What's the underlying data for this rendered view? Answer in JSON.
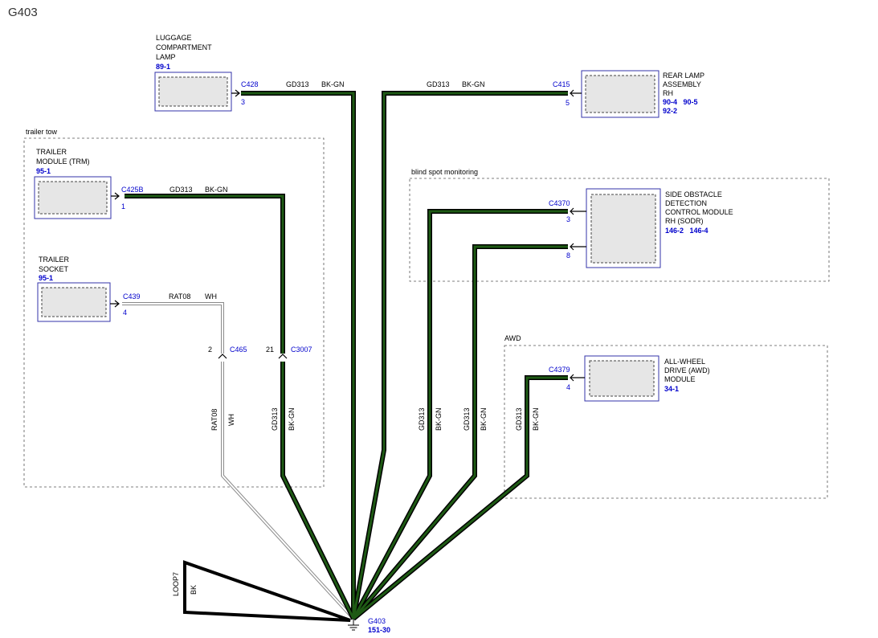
{
  "title": "G403",
  "groups": {
    "trailer_tow": "trailer tow",
    "blind_spot": "blind spot monitoring",
    "awd": "AWD"
  },
  "components": {
    "luggage_lamp": {
      "lines": [
        "LUGGAGE",
        "COMPARTMENT",
        "LAMP"
      ],
      "refs": [
        "89-1"
      ]
    },
    "trm": {
      "lines": [
        "TRAILER",
        "MODULE (TRM)"
      ],
      "refs": [
        "95-1"
      ]
    },
    "trailer_socket": {
      "lines": [
        "TRAILER",
        "SOCKET"
      ],
      "refs": [
        "95-1"
      ]
    },
    "rear_lamp": {
      "lines": [
        "REAR LAMP",
        "ASSEMBLY",
        "RH"
      ],
      "refs": [
        "90-4   90-5",
        "92-2"
      ]
    },
    "sodr": {
      "lines": [
        "SIDE OBSTACLE",
        "DETECTION",
        "CONTROL MODULE",
        "RH (SODR)"
      ],
      "refs": [
        "146-2   146-4"
      ]
    },
    "awd": {
      "lines": [
        "ALL-WHEEL",
        "DRIVE (AWD)",
        "MODULE"
      ],
      "refs": [
        "34-1"
      ]
    }
  },
  "connectors": {
    "c428": {
      "name": "C428",
      "pin": "3"
    },
    "c425b": {
      "name": "C425B",
      "pin": "1"
    },
    "c439": {
      "name": "C439",
      "pin": "4"
    },
    "c415": {
      "name": "C415",
      "pin": "5"
    },
    "c4370": {
      "name": "C4370",
      "pin_a": "3",
      "pin_b": "8"
    },
    "c4379": {
      "name": "C4379",
      "pin": "4"
    },
    "c465": {
      "name": "C465",
      "pin": "2"
    },
    "c3007": {
      "name": "C3007",
      "pin": "21"
    }
  },
  "wires": {
    "gd313": "GD313",
    "bk_gn": "BK-GN",
    "rat08": "RAT08",
    "wh": "WH",
    "loop7": "LOOP7",
    "bk": "BK"
  },
  "ground": {
    "name": "G403",
    "ref": "151-30"
  },
  "colors": {
    "wire_bk_gn": "#1e5a14",
    "wire_outline": "#000000",
    "connector_label": "#0000cc",
    "component_border": "#3333aa"
  }
}
